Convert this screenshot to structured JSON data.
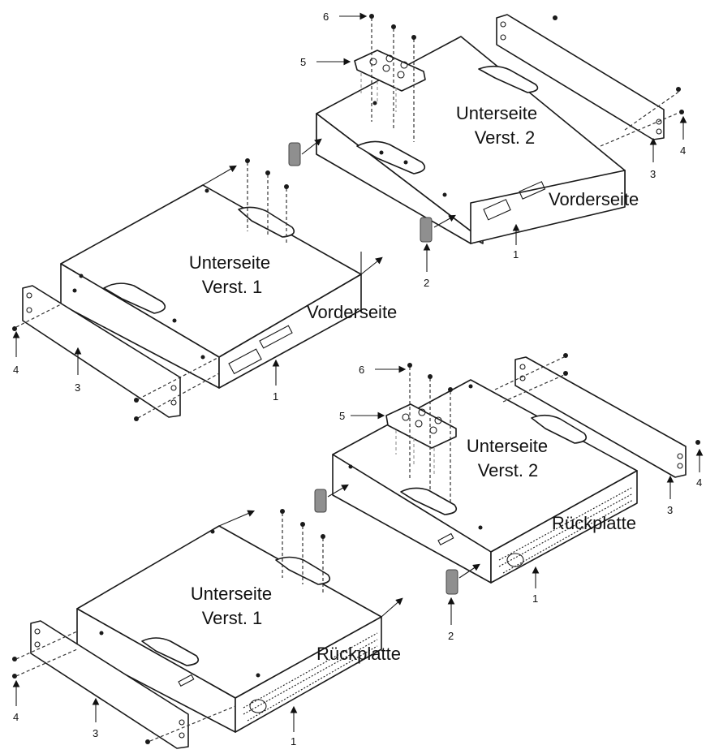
{
  "diagram": {
    "units": [
      {
        "id": "top-left",
        "bottom_text_line1": "Unterseite",
        "bottom_text_line2": "Verst. 1",
        "side_text": "Vorderseite"
      },
      {
        "id": "top-right",
        "bottom_text_line1": "Unterseite",
        "bottom_text_line2": "Verst. 2",
        "side_text": "Vorderseite"
      },
      {
        "id": "bottom-left",
        "bottom_text_line1": "Unterseite",
        "bottom_text_line2": "Verst. 1",
        "side_text": "Rückplatte"
      },
      {
        "id": "bottom-right",
        "bottom_text_line1": "Unterseite",
        "bottom_text_line2": "Verst. 2",
        "side_text": "Rückplatte"
      }
    ],
    "callouts": {
      "n1": "1",
      "n2": "2",
      "n3": "3",
      "n4": "4",
      "n5": "5",
      "n6": "6"
    }
  }
}
